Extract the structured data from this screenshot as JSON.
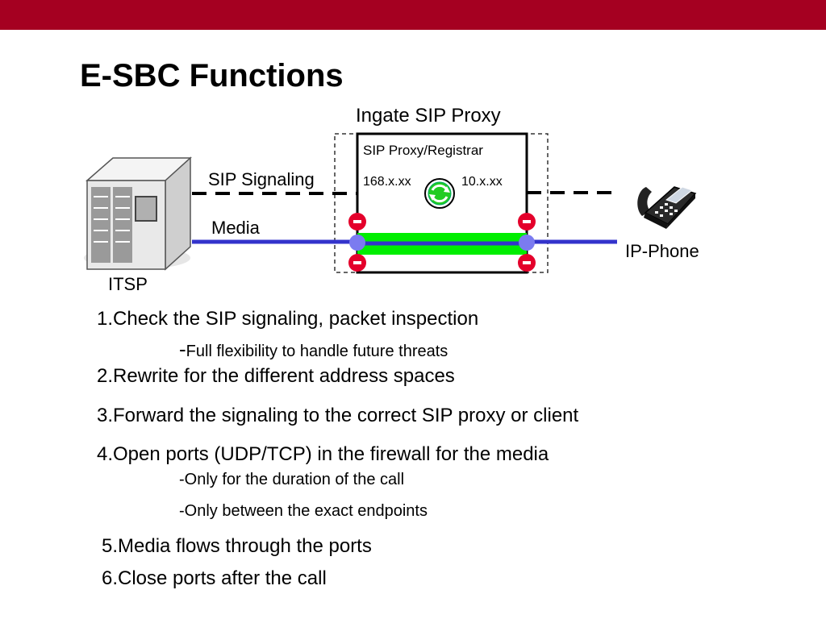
{
  "header": {
    "bar_color": "#a50021"
  },
  "title": "E-SBC Functions",
  "diagram": {
    "proxy_title": "Ingate SIP Proxy",
    "registrar": "SIP Proxy/Registrar",
    "ip_left": "168.x.xx",
    "ip_right": "10.x.xx",
    "sip_signaling": "SIP Signaling",
    "media": "Media",
    "itsp": "ITSP",
    "ip_phone": "IP-Phone",
    "minus": "-",
    "colors": {
      "media_line": "#3333cc",
      "green_pipe": "#00ee00",
      "port_red": "#e4002b",
      "port_blue": "#7b7bf0"
    }
  },
  "steps": {
    "s1": "1.Check the SIP signaling, packet inspection",
    "s1_dash": "-",
    "s1_sub": "Full flexibility to handle future threats",
    "s2": "2.Rewrite for the different address spaces",
    "s3": "3.Forward the signaling to the correct SIP proxy or client",
    "s4": "4.Open ports (UDP/TCP) in the firewall for the media",
    "s4_sub1": "-Only for the duration of the call",
    "s4_sub2": "-Only between the exact endpoints",
    "s5": "5.Media flows through the ports",
    "s6": "6.Close ports after the call"
  }
}
